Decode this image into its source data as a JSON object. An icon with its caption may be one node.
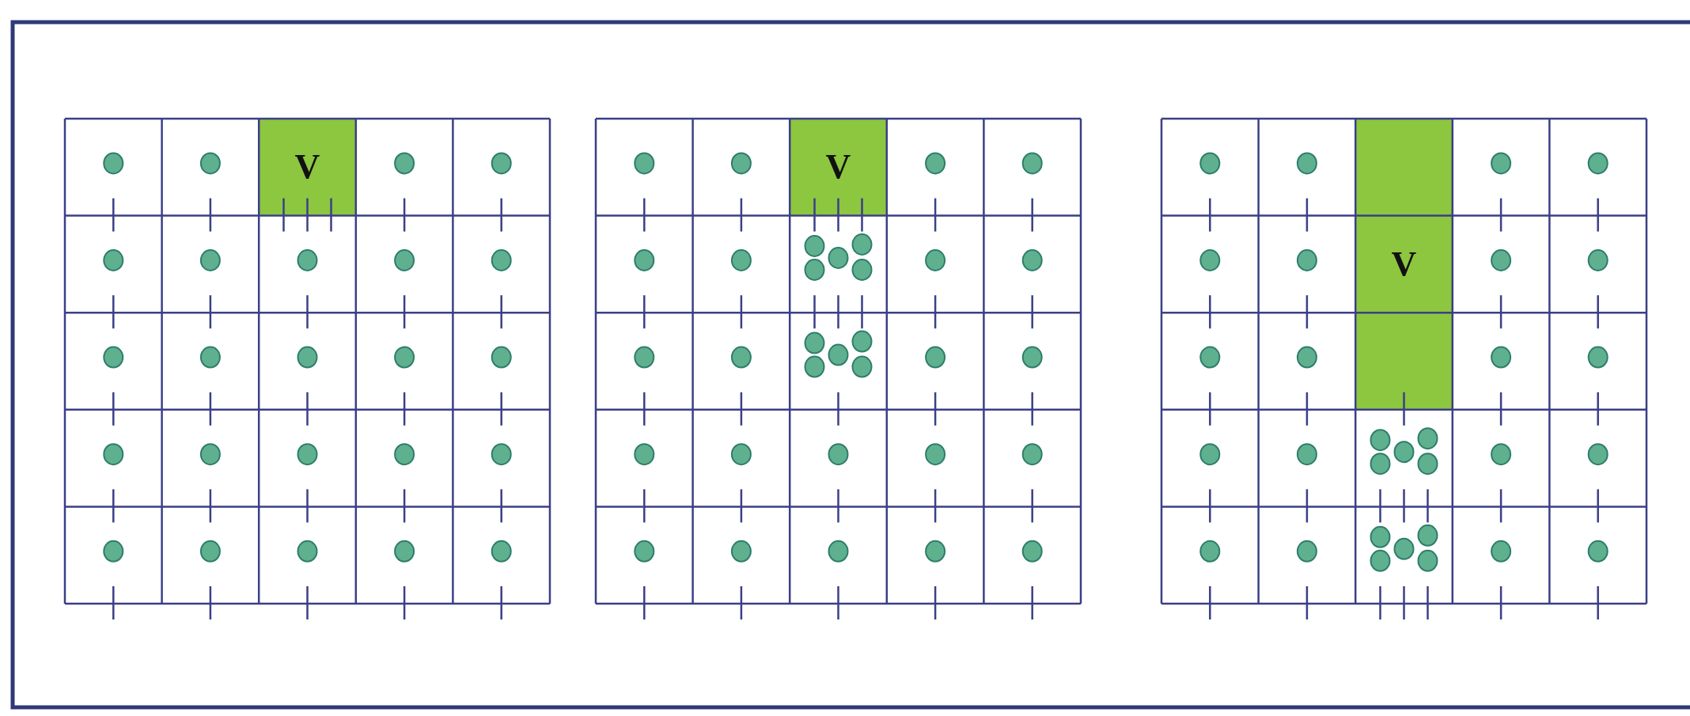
{
  "diagram": {
    "nodes": [
      {
        "text": [
          "V"
        ]
      },
      {
        "text": [
          "V"
        ]
      },
      {
        "text": [
          "V"
        ]
      }
    ]
  }
}
